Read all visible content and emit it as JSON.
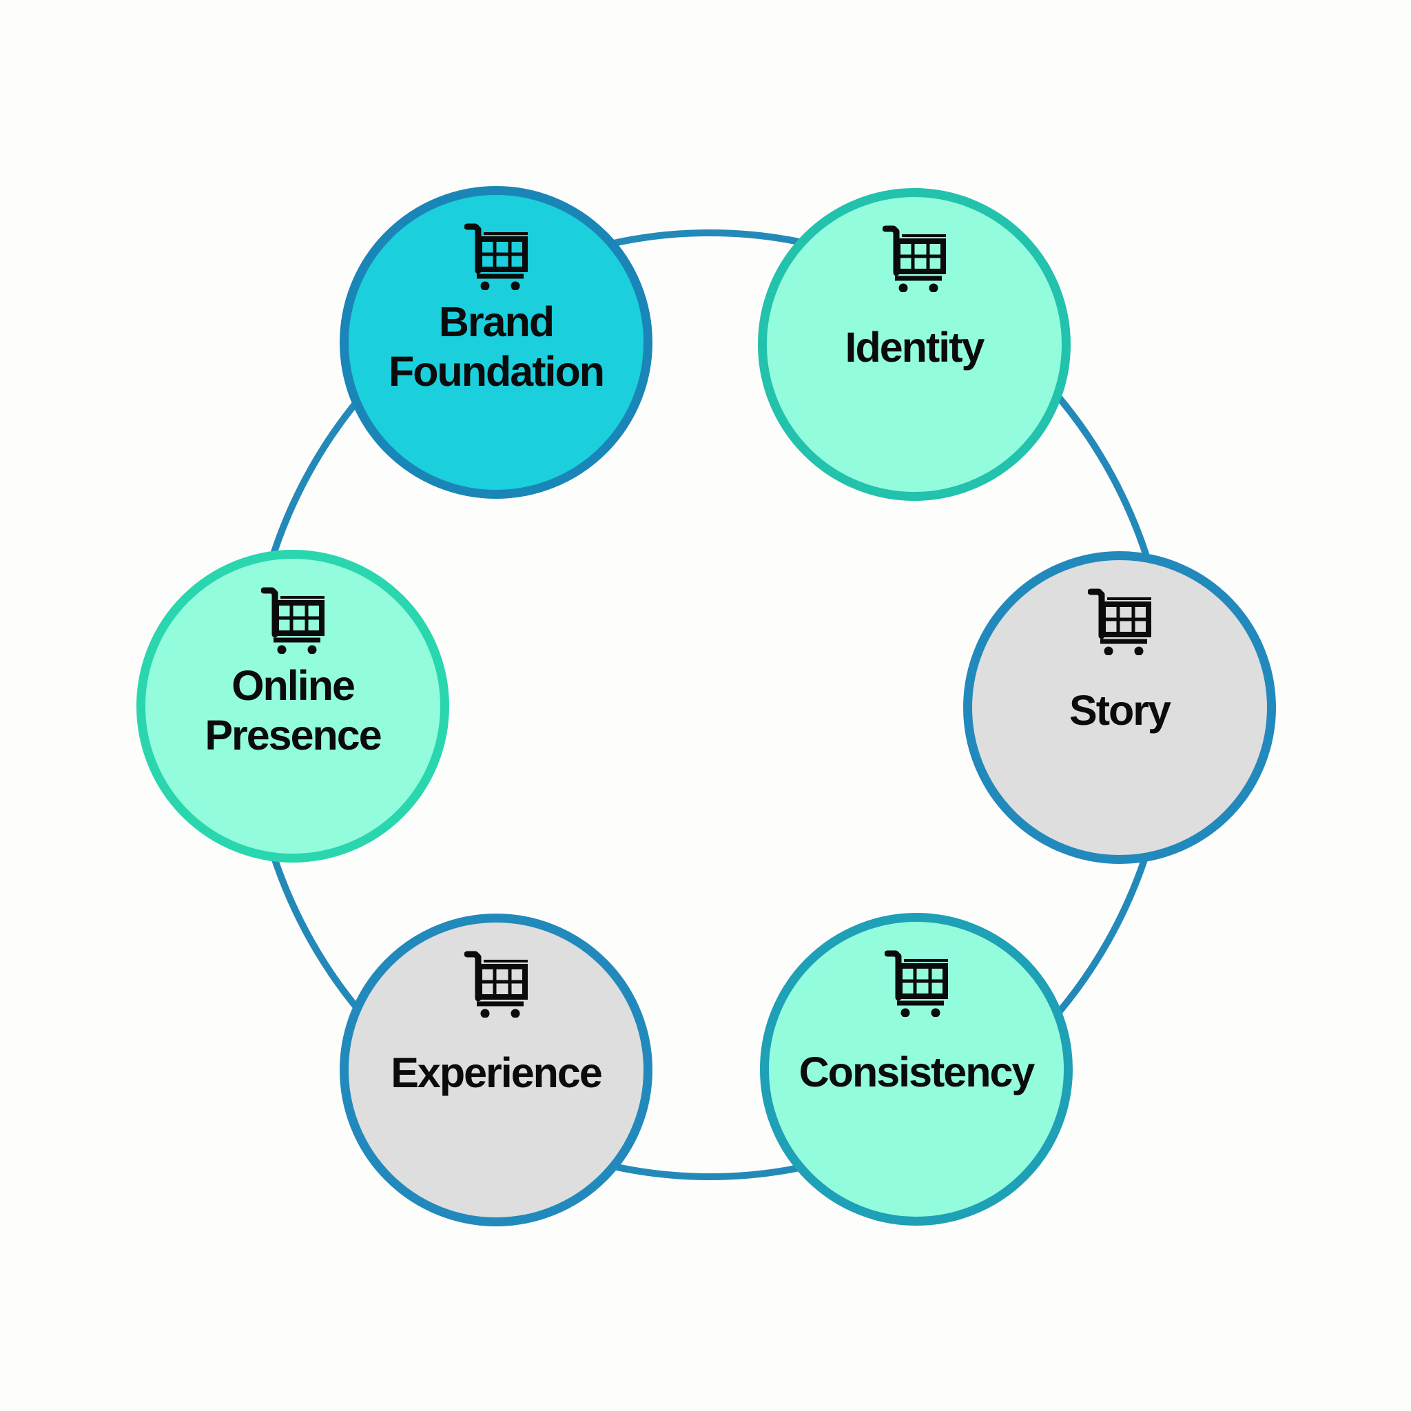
{
  "diagram": {
    "ring_color": "#2389b9",
    "nodes": [
      {
        "label": "Brand\nFoundation",
        "icon": "shopping-cart-icon",
        "fill": "#1ccfdd",
        "border": "#1a86b8",
        "highlighted": true
      },
      {
        "label": "Identity",
        "icon": "shopping-cart-icon",
        "fill": "#93fcdc",
        "border": "#22c2ad",
        "highlighted": false
      },
      {
        "label": "Story",
        "icon": "shopping-cart-icon",
        "fill": "#dddedd",
        "border": "#2289bc",
        "highlighted": false
      },
      {
        "label": "Consistency",
        "icon": "shopping-cart-icon",
        "fill": "#93fcdc",
        "border": "#1ea0b6",
        "highlighted": false
      },
      {
        "label": "Experience",
        "icon": "shopping-cart-icon",
        "fill": "#dddedd",
        "border": "#2289bc",
        "highlighted": false
      },
      {
        "label": "Online\nPresence",
        "icon": "shopping-cart-icon",
        "fill": "#93fcdc",
        "border": "#2ad6ae",
        "highlighted": false
      }
    ]
  }
}
